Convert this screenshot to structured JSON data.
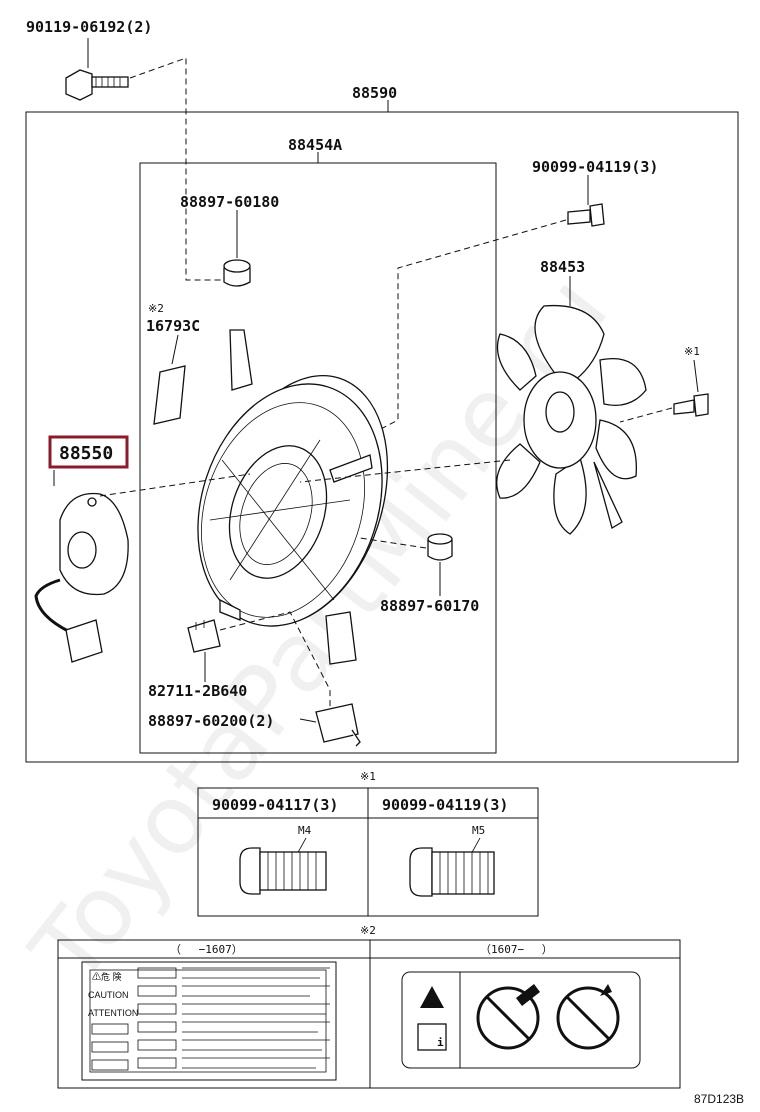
{
  "parts": {
    "bolt_top": "90119-06192(2)",
    "assembly": "88590",
    "shroud": "88454A",
    "screw_m5": "90099-04119(3)",
    "grommet_top": "88897-60180",
    "fan": "88453",
    "note2_mark": "※2",
    "label_part": "16793C",
    "note1_mark": "※1",
    "motor": "88550",
    "grommet_lower": "88897-60170",
    "connector": "82711-2B640",
    "clip": "88897-60200(2)"
  },
  "screw_table": {
    "mark": "※1",
    "col1_part": "90099-04117(3)",
    "col1_size": "M4",
    "col2_part": "90099-04119(3)",
    "col2_size": "M5"
  },
  "label_table": {
    "mark": "※2",
    "col1_header": "（　 −1607）",
    "col2_header": "（1607−　 ）",
    "warning_lines": [
      "⚠危 険",
      "CAUTION",
      "ATTENTION"
    ]
  },
  "watermark": "ToyotaPartMine.ru",
  "figure_code": "87D123B",
  "highlight_color": "#8b1a2b"
}
